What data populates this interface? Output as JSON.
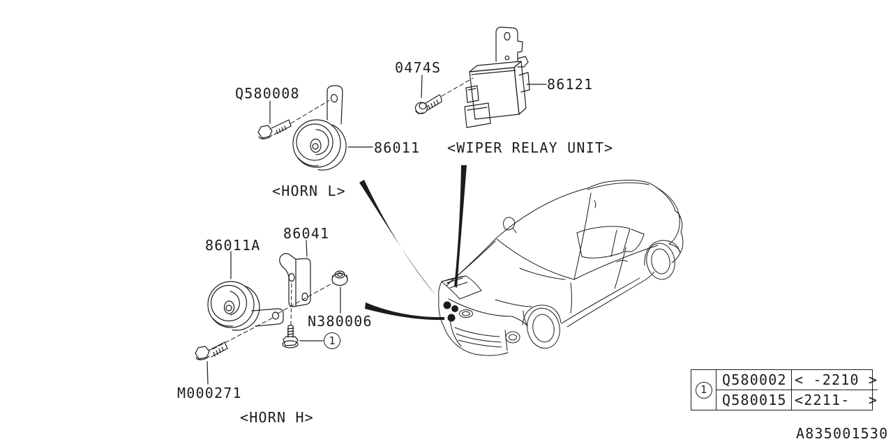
{
  "page": {
    "background": "#ffffff",
    "line_color": "#1c1c1c"
  },
  "labels": {
    "q580008": "Q580008",
    "p86011": "86011",
    "horn_l_caption": "<HORN L>",
    "s0474": "0474S",
    "p86121": "86121",
    "wiper_relay_caption": "<WIPER RELAY UNIT>",
    "p86011a": "86011A",
    "p86041": "86041",
    "n380006": "N380006",
    "m000271": "M000271",
    "horn_h_caption": "<HORN H>",
    "callout_1": "1"
  },
  "ref_table": {
    "callout": "1",
    "rows": [
      {
        "part_no": "Q580002",
        "applicability": "< -2210 >"
      },
      {
        "part_no": "Q580015",
        "applicability": "<2211-  >"
      }
    ]
  },
  "footer": {
    "diagram_code": "A835001530"
  }
}
